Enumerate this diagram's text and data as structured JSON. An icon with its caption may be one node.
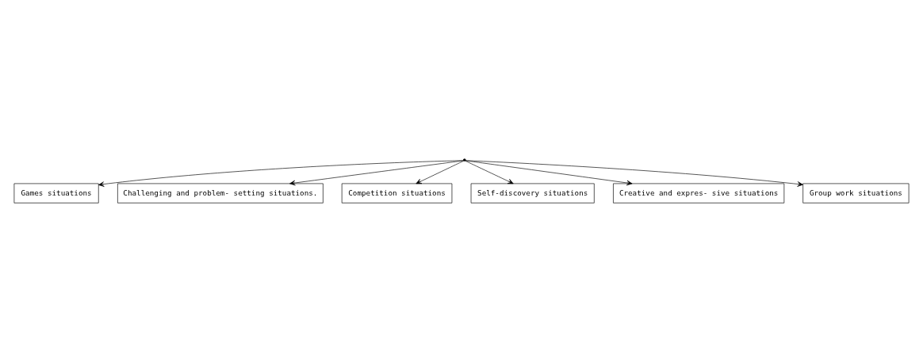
{
  "diagram": {
    "nodes": [
      {
        "text": [],
        "shape": "point"
      },
      {
        "text": [
          "Games situations"
        ]
      },
      {
        "text": [
          "Challenging and problem- setting situations."
        ]
      },
      {
        "text": [
          "Competition situations"
        ]
      },
      {
        "text": [
          "Self-discovery situations"
        ]
      },
      {
        "text": [
          "Creative and expres- sive situations"
        ]
      },
      {
        "text": [
          "Group work situations"
        ]
      }
    ],
    "edges": [
      {
        "from": 0,
        "to": 1,
        "arrow": "to"
      },
      {
        "from": 0,
        "to": 3,
        "arrow": "to"
      },
      {
        "from": 0,
        "to": 5,
        "arrow": "to"
      },
      {
        "from": 0,
        "to": 6,
        "arrow": "to"
      },
      {
        "from": 0,
        "to": 4,
        "arrow": "to"
      },
      {
        "from": 0,
        "to": 2,
        "arrow": "to"
      }
    ]
  }
}
